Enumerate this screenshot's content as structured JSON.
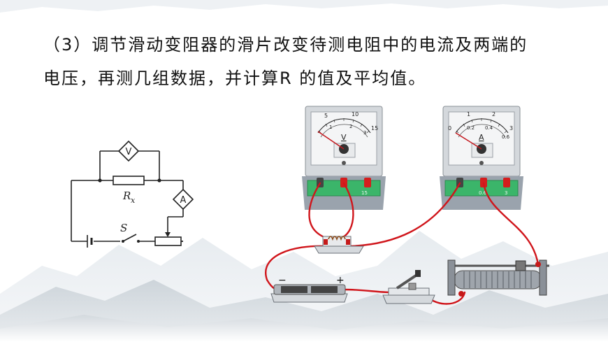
{
  "text": {
    "line1": "（3）调节滑动变阻器的滑片改变待测电阻中的电流及两端的",
    "line2": "电压，再测几组数据，并计算R 的值及平均值。"
  },
  "schematic": {
    "voltmeter_symbol": "V",
    "ammeter_symbol": "A",
    "resistor_label_main": "R",
    "resistor_label_sub": "x",
    "switch_label": "S"
  },
  "voltmeter": {
    "unit_letter": "V",
    "scale_outer": [
      "5",
      "10",
      "15"
    ],
    "scale_inner": [
      "1",
      "2",
      "3"
    ],
    "terminal_label": "15"
  },
  "ammeter": {
    "unit_letter": "A",
    "scale_outer": [
      "0",
      "1",
      "2",
      "3"
    ],
    "scale_inner": [
      "0.2",
      "0.4",
      "0.6"
    ],
    "terminal_labels": [
      "0.6",
      "3"
    ]
  },
  "battery": {
    "minus": "−",
    "plus": "+"
  },
  "colors": {
    "wire": "#d0151b",
    "base_green": "#3bb56a",
    "meter_body": "#c8ccd0",
    "mountain": "#c9d2d8"
  }
}
